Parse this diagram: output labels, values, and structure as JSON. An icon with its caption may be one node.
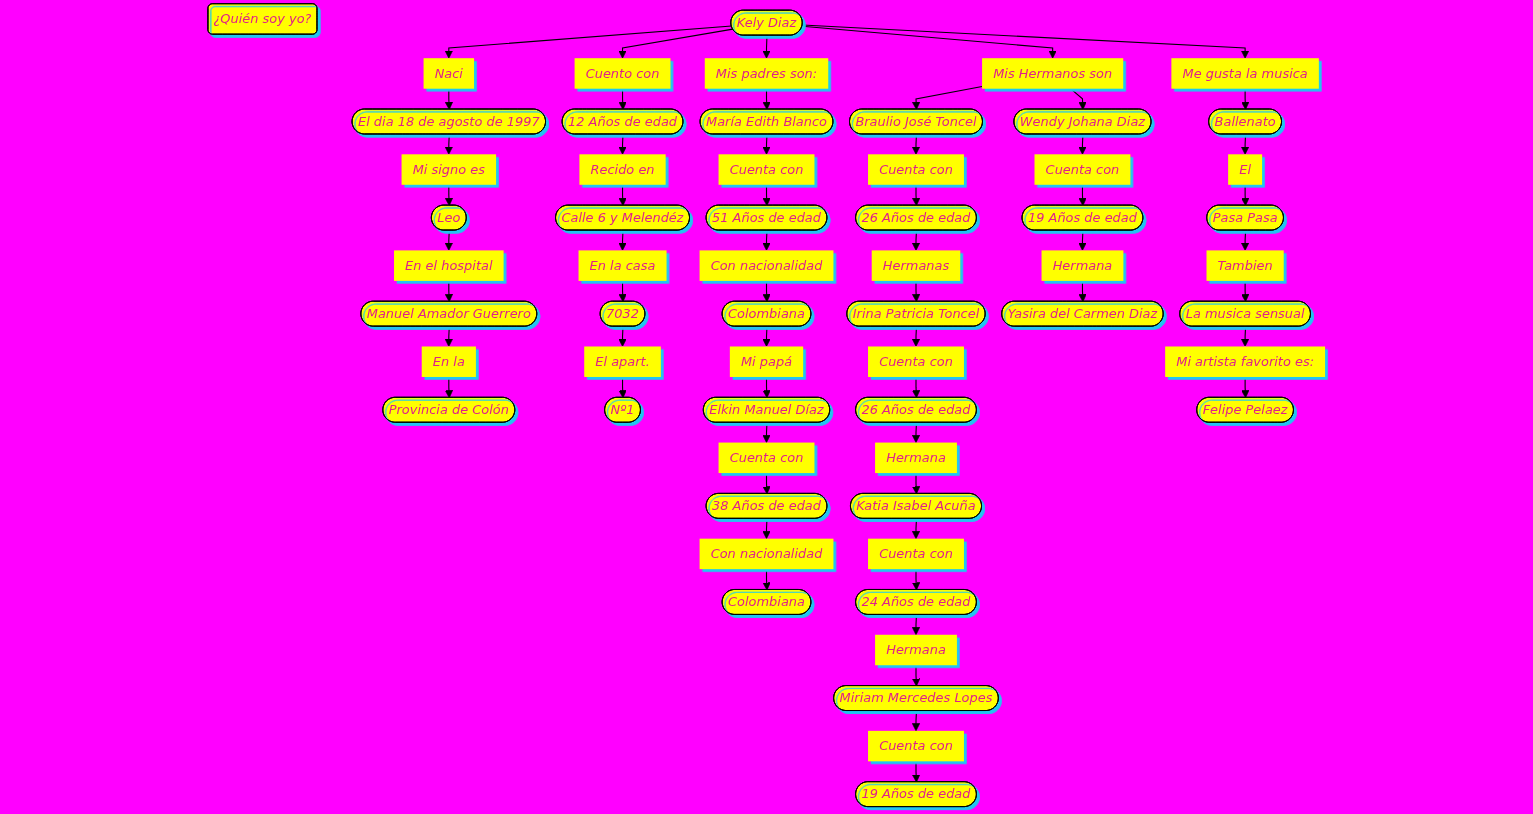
{
  "diagram": {
    "nodes": [
      {
        "text": [
          "¿Quién soy yo?"
        ]
      },
      {
        "text": [
          "Kely Diaz"
        ]
      },
      {
        "text": [
          "Naci"
        ]
      },
      {
        "text": [
          "El dia 18 de agosto de 1997"
        ]
      },
      {
        "text": [
          "Mi signo es"
        ]
      },
      {
        "text": [
          "Leo"
        ]
      },
      {
        "text": [
          "En el hospital"
        ]
      },
      {
        "text": [
          "Manuel Amador Guerrero"
        ]
      },
      {
        "text": [
          "En la"
        ]
      },
      {
        "text": [
          "Provincia de Colón"
        ]
      },
      {
        "text": [
          "Cuento con"
        ]
      },
      {
        "text": [
          "12 Años de edad"
        ]
      },
      {
        "text": [
          "Recido en"
        ]
      },
      {
        "text": [
          "Calle 6 y Melendéz"
        ]
      },
      {
        "text": [
          "En la casa"
        ]
      },
      {
        "text": [
          "7032"
        ]
      },
      {
        "text": [
          "El apart."
        ]
      },
      {
        "text": [
          "Nº1"
        ]
      },
      {
        "text": [
          "Mis padres son:"
        ]
      },
      {
        "text": [
          "María Edith Blanco"
        ]
      },
      {
        "text": [
          "Cuenta con"
        ]
      },
      {
        "text": [
          "51 Años de edad"
        ]
      },
      {
        "text": [
          "Con nacionalidad"
        ]
      },
      {
        "text": [
          "Colombiana"
        ]
      },
      {
        "text": [
          "Mi papá"
        ]
      },
      {
        "text": [
          "Elkin Manuel Díaz"
        ]
      },
      {
        "text": [
          "Cuenta con"
        ]
      },
      {
        "text": [
          "38 Años de edad"
        ]
      },
      {
        "text": [
          "Con nacionalidad"
        ]
      },
      {
        "text": [
          "Colombiana"
        ]
      },
      {
        "text": [
          "Mis Hermanos son"
        ]
      },
      {
        "text": [
          "Braulio José Toncel"
        ]
      },
      {
        "text": [
          "Cuenta con"
        ]
      },
      {
        "text": [
          "26 Años de edad"
        ]
      },
      {
        "text": [
          "Hermanas"
        ]
      },
      {
        "text": [
          "Irina Patricia Toncel"
        ]
      },
      {
        "text": [
          "Cuenta con"
        ]
      },
      {
        "text": [
          "26 Años de edad"
        ]
      },
      {
        "text": [
          "Hermana"
        ]
      },
      {
        "text": [
          "Katia Isabel Acuña"
        ]
      },
      {
        "text": [
          "Cuenta con"
        ]
      },
      {
        "text": [
          "24 Años de edad"
        ]
      },
      {
        "text": [
          "Hermana"
        ]
      },
      {
        "text": [
          "Miriam Mercedes Lopes"
        ]
      },
      {
        "text": [
          "Cuenta con"
        ]
      },
      {
        "text": [
          "19 Años de edad"
        ]
      },
      {
        "text": [
          "Wendy Johana Diaz"
        ]
      },
      {
        "text": [
          "Cuenta con"
        ]
      },
      {
        "text": [
          "19 Años de edad"
        ]
      },
      {
        "text": [
          "Hermana"
        ]
      },
      {
        "text": [
          "Yasira del Carmen Diaz"
        ]
      },
      {
        "text": [
          "Me gusta la musica"
        ]
      },
      {
        "text": [
          "Ballenato"
        ]
      },
      {
        "text": [
          "El"
        ]
      },
      {
        "text": [
          "Pasa Pasa"
        ]
      },
      {
        "text": [
          "Tambien"
        ]
      },
      {
        "text": [
          "La musica sensual"
        ]
      },
      {
        "text": [
          "Mi artista favorito es:"
        ]
      },
      {
        "text": [
          "Felipe Pelaez"
        ]
      }
    ],
    "edges": [
      {
        "from": 1,
        "to": 2,
        "arrow": "to"
      },
      {
        "from": 2,
        "to": 3,
        "arrow": "to"
      },
      {
        "from": 3,
        "to": 4,
        "arrow": "to"
      },
      {
        "from": 4,
        "to": 5,
        "arrow": "to"
      },
      {
        "from": 5,
        "to": 6,
        "arrow": "to"
      },
      {
        "from": 6,
        "to": 7,
        "arrow": "to"
      },
      {
        "from": 7,
        "to": 8,
        "arrow": "to"
      },
      {
        "from": 8,
        "to": 9,
        "arrow": "to"
      },
      {
        "from": 1,
        "to": 10,
        "arrow": "to"
      },
      {
        "from": 10,
        "to": 11,
        "arrow": "to"
      },
      {
        "from": 11,
        "to": 12,
        "arrow": "to"
      },
      {
        "from": 12,
        "to": 13,
        "arrow": "to"
      },
      {
        "from": 13,
        "to": 14,
        "arrow": "to"
      },
      {
        "from": 14,
        "to": 15,
        "arrow": "to"
      },
      {
        "from": 15,
        "to": 16,
        "arrow": "to"
      },
      {
        "from": 16,
        "to": 17,
        "arrow": "to"
      },
      {
        "from": 1,
        "to": 18,
        "arrow": "to"
      },
      {
        "from": 18,
        "to": 19,
        "arrow": "to"
      },
      {
        "from": 19,
        "to": 20,
        "arrow": "to"
      },
      {
        "from": 20,
        "to": 21,
        "arrow": "to"
      },
      {
        "from": 21,
        "to": 22,
        "arrow": "to"
      },
      {
        "from": 22,
        "to": 23,
        "arrow": "to"
      },
      {
        "from": 23,
        "to": 24,
        "arrow": "to"
      },
      {
        "from": 24,
        "to": 25,
        "arrow": "to"
      },
      {
        "from": 25,
        "to": 26,
        "arrow": "to"
      },
      {
        "from": 26,
        "to": 27,
        "arrow": "to"
      },
      {
        "from": 27,
        "to": 28,
        "arrow": "to"
      },
      {
        "from": 28,
        "to": 29,
        "arrow": "to"
      },
      {
        "from": 1,
        "to": 30,
        "arrow": "to"
      },
      {
        "from": 30,
        "to": 31,
        "arrow": "to"
      },
      {
        "from": 30,
        "to": 46,
        "arrow": "to"
      },
      {
        "from": 31,
        "to": 32,
        "arrow": "to"
      },
      {
        "from": 32,
        "to": 33,
        "arrow": "to"
      },
      {
        "from": 33,
        "to": 34,
        "arrow": "to"
      },
      {
        "from": 34,
        "to": 35,
        "arrow": "to"
      },
      {
        "from": 35,
        "to": 36,
        "arrow": "to"
      },
      {
        "from": 36,
        "to": 37,
        "arrow": "to"
      },
      {
        "from": 37,
        "to": 38,
        "arrow": "to"
      },
      {
        "from": 38,
        "to": 39,
        "arrow": "to"
      },
      {
        "from": 39,
        "to": 40,
        "arrow": "to"
      },
      {
        "from": 40,
        "to": 41,
        "arrow": "to"
      },
      {
        "from": 41,
        "to": 42,
        "arrow": "to"
      },
      {
        "from": 42,
        "to": 43,
        "arrow": "to"
      },
      {
        "from": 43,
        "to": 44,
        "arrow": "to"
      },
      {
        "from": 44,
        "to": 45,
        "arrow": "to"
      },
      {
        "from": 46,
        "to": 47,
        "arrow": "to"
      },
      {
        "from": 47,
        "to": 48,
        "arrow": "to"
      },
      {
        "from": 48,
        "to": 49,
        "arrow": "to"
      },
      {
        "from": 49,
        "to": 50,
        "arrow": "to"
      },
      {
        "from": 1,
        "to": 51,
        "arrow": "to"
      },
      {
        "from": 51,
        "to": 52,
        "arrow": "to"
      },
      {
        "from": 52,
        "to": 53,
        "arrow": "to"
      },
      {
        "from": 53,
        "to": 54,
        "arrow": "to"
      },
      {
        "from": 54,
        "to": 55,
        "arrow": "to"
      },
      {
        "from": 55,
        "to": 56,
        "arrow": "to"
      },
      {
        "from": 56,
        "to": 57,
        "arrow": "to"
      },
      {
        "from": 57,
        "to": 58,
        "arrow": "to"
      }
    ]
  }
}
